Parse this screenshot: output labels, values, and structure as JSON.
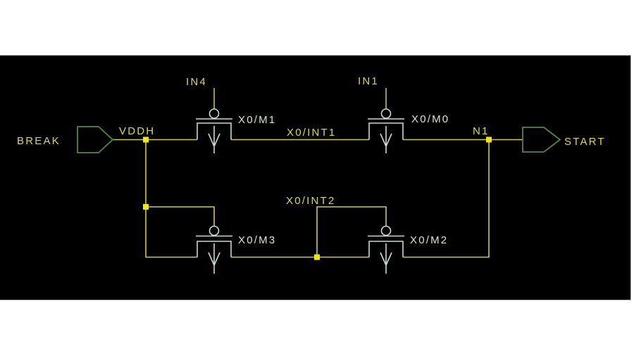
{
  "colors": {
    "page-bg": "#ffffff",
    "canvas-bg": "#000000",
    "frame-border": "#b8b8b8",
    "wire": "#cfca43",
    "junction": "#f0e614",
    "net-label": "#ddd84f",
    "device": "#c3dcd6",
    "device-label": "#d8e4d4",
    "port": "#568449"
  },
  "schematic": {
    "labels": {
      "break": "BREAK",
      "vddh": "VDDH",
      "in4": "IN4",
      "in1": "IN1",
      "m1": "X0/M1",
      "m0": "X0/M0",
      "m3": "X0/M3",
      "m2": "X0/M2",
      "int1": "X0/INT1",
      "int2": "X0/INT2",
      "n1": "N1",
      "start": "START"
    }
  }
}
